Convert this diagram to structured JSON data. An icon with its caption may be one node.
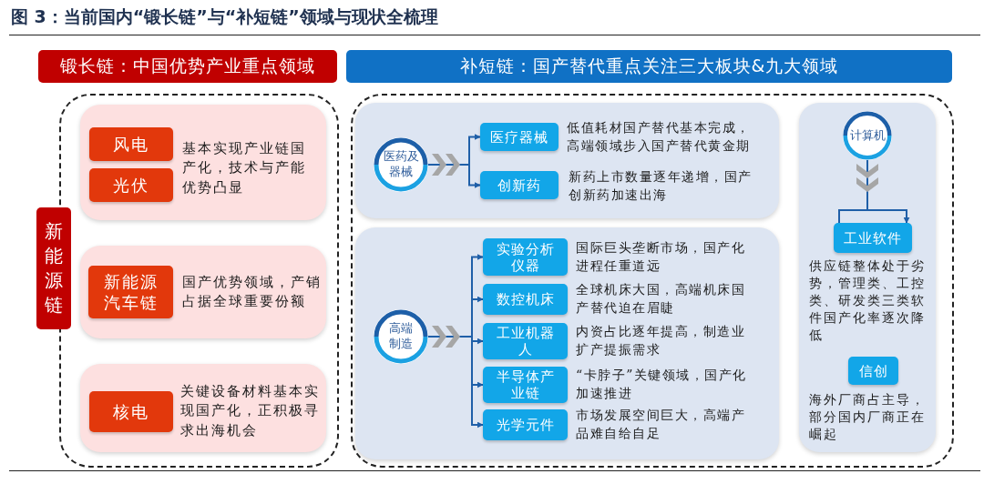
{
  "diagram": {
    "title": "图 3：当前国内“锻长链”与“补短链”领域与现状全梳理",
    "nodes": [
      {
        "text": [
          "锻长链：中国优势产业重点领域"
        ]
      },
      {
        "text": [
          "新能源链"
        ]
      },
      {
        "text": [
          "基本实现产业链国产化，技术与产能优势凸显"
        ],
        "in": 0
      },
      {
        "text": [
          "风电"
        ],
        "in": 2
      },
      {
        "text": [
          "光伏"
        ],
        "in": 2
      },
      {
        "text": [
          "国产优势领域，产销占据全球重要份额"
        ],
        "in": 0
      },
      {
        "text": [
          "新能源汽车链"
        ],
        "in": 5
      },
      {
        "text": [
          "关键设备材料基本实现国产化，正积极寻求出海机会"
        ],
        "in": 0
      },
      {
        "text": [
          "核电"
        ],
        "in": 7
      },
      {
        "text": [
          "补短链：国产替代重点关注三大板块&九大领域"
        ]
      },
      {
        "text": [],
        "shape": "box",
        "in": 9
      },
      {
        "text": [
          "医药及器械"
        ],
        "in": 10
      },
      {
        "text": [
          "医疗器械"
        ],
        "in": 10,
        "beside": [
          "低值耗材国产替代基本完成，高端领域步入国产替代黄金期"
        ]
      },
      {
        "text": [
          "创新药"
        ],
        "in": 10,
        "beside": [
          "新药上市数量逐年递增，国产创新药加速出海"
        ]
      },
      {
        "text": [],
        "shape": "box",
        "in": 9
      },
      {
        "text": [
          "高端制造"
        ],
        "in": 14
      },
      {
        "text": [
          "实验分析仪器"
        ],
        "in": 14,
        "beside": [
          "国际巨头垄断市场，国产化进程任重道远"
        ]
      },
      {
        "text": [
          "数控机床"
        ],
        "in": 14,
        "beside": [
          "全球机床大国，高端机床国产替代迫在眉睫"
        ]
      },
      {
        "text": [
          "工业机器人"
        ],
        "in": 14,
        "beside": [
          "内资占比逐年提高，制造业扩产提振需求"
        ]
      },
      {
        "text": [
          "半导体产业链"
        ],
        "in": 14,
        "beside": [
          "“卡脖子”关键领域，国产化加速推进"
        ]
      },
      {
        "text": [
          "光学元件"
        ],
        "in": 14,
        "beside": [
          "市场发展空间巨大，高端产品难自给自足"
        ]
      },
      {
        "text": [],
        "shape": "box",
        "in": 9
      },
      {
        "text": [
          "计算机"
        ],
        "in": 21
      },
      {
        "text": [
          "工业软件"
        ],
        "in": 21,
        "beside": [
          "供应链整体处于劣势，管理类、工控类、研发类三类软件国产化率逐次降低"
        ]
      },
      {
        "text": [
          "信创"
        ],
        "in": 21,
        "beside": [
          "海外厂商占主导，部分国内厂商正在崛起"
        ]
      }
    ],
    "edges": [
      {
        "from": 11,
        "to": 12,
        "arrow": "to"
      },
      {
        "from": 11,
        "to": 13,
        "arrow": "to"
      },
      {
        "from": 15,
        "to": 16,
        "arrow": "to"
      },
      {
        "from": 15,
        "to": 17,
        "arrow": "to"
      },
      {
        "from": 15,
        "to": 18,
        "arrow": "to"
      },
      {
        "from": 15,
        "to": 19,
        "arrow": "to"
      },
      {
        "from": 15,
        "to": 20,
        "arrow": "to"
      },
      {
        "from": 22,
        "to": 23,
        "arrow": "to"
      }
    ]
  }
}
